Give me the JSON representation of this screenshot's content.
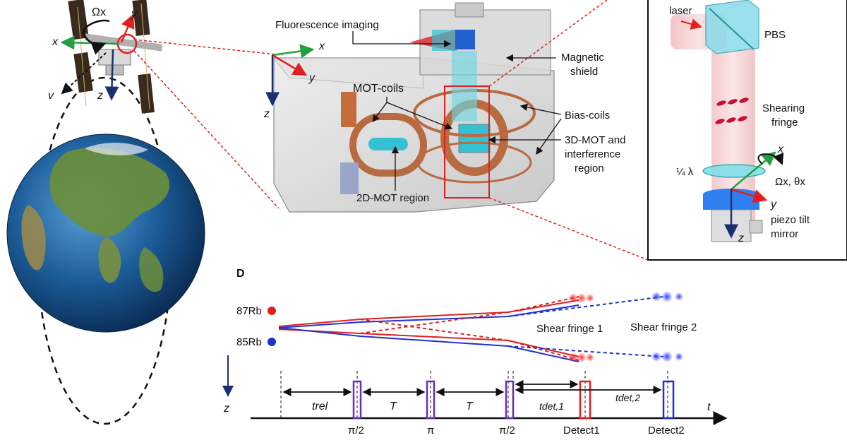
{
  "iss": {
    "axes": {
      "x": "x",
      "y": "y",
      "z": "z",
      "v": "v"
    },
    "rotation_label": "Ωx"
  },
  "apparatus": {
    "axes": {
      "x": "x",
      "y": "y",
      "z": "z"
    },
    "labels": {
      "fluorescence": "Fluorescence imaging",
      "mot_coils": "MOT-coils",
      "magnetic_shield_1": "Magnetic",
      "magnetic_shield_2": "shield",
      "bias_coils": "Bias-coils",
      "mot3d_1": "3D-MOT and",
      "mot3d_2": "interference",
      "mot3d_3": "region",
      "mot2d": "2D-MOT region"
    }
  },
  "inset": {
    "laser": "laser",
    "pbs": "PBS",
    "shearing_1": "Shearing",
    "shearing_2": "fringe",
    "quarter_wave": "¼ λ",
    "rotation": "Ωx, θx",
    "axes": {
      "x": "x",
      "y": "y",
      "z": "z"
    },
    "piezo_1": "piezo tilt",
    "piezo_2": "mirror"
  },
  "timing": {
    "panel_letter": "D",
    "rb87": "87Rb",
    "rb85": "85Rb",
    "rb87_color": "#e02020",
    "rb85_color": "#2030d0",
    "shear1": "Shear fringe 1",
    "shear2": "Shear fringe 2",
    "z_axis": "z",
    "t_axis": "t",
    "intervals": {
      "t_rel": "trel",
      "T1": "T",
      "T2": "T",
      "t_det1": "tdet,1",
      "t_det2": "tdet,2"
    },
    "pulses": [
      "π/2",
      "π",
      "π/2"
    ],
    "detects": [
      "Detect1",
      "Detect2"
    ]
  }
}
